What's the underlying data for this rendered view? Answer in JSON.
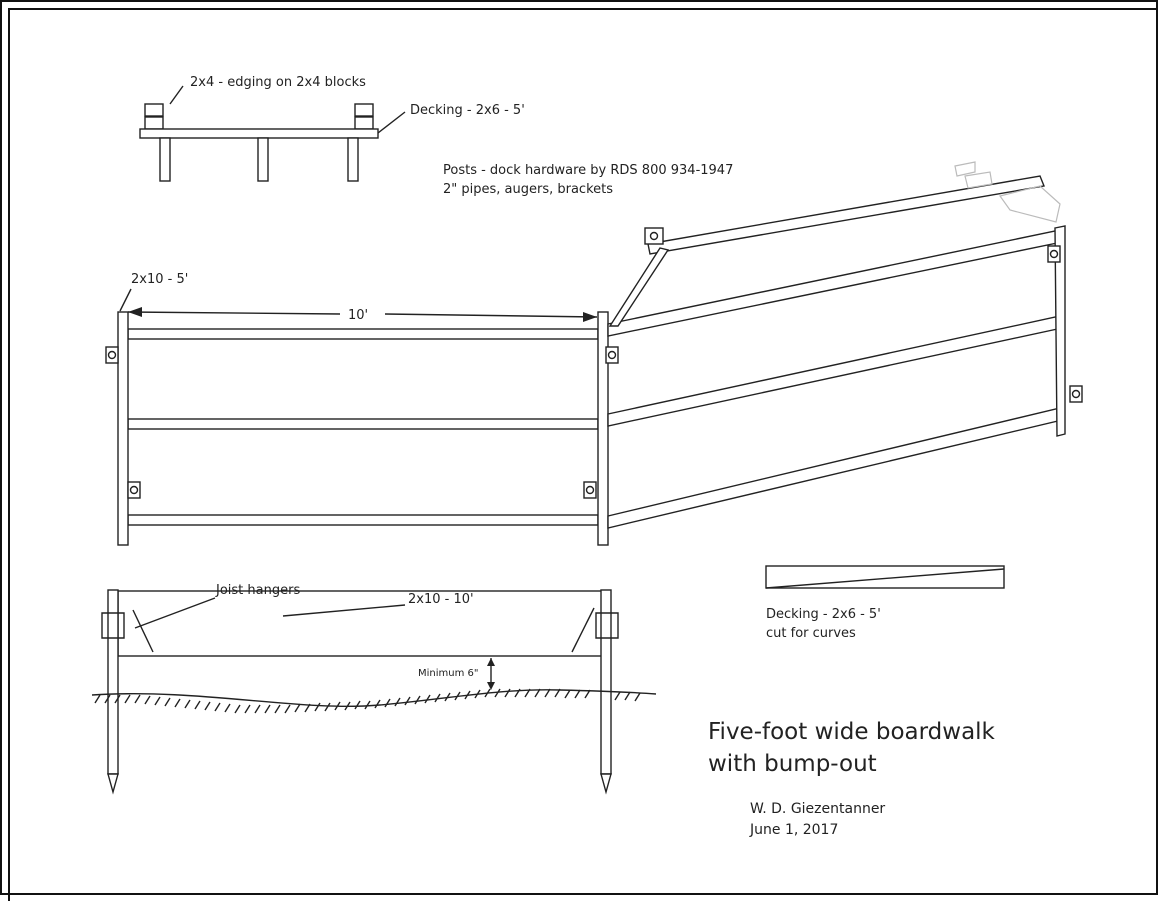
{
  "labels": {
    "edging": "2x4 - edging on 2x4 blocks",
    "decking_top": "Decking - 2x6 - 5'",
    "posts_line1": "Posts - dock hardware by RDS 800 934-1947",
    "posts_line2": "2\" pipes, augers, brackets",
    "rim_board": "2x10 - 5'",
    "span": "10'",
    "joist_hangers": "Joist hangers",
    "joist": "2x10 - 10'",
    "minimum": "Minimum 6\"",
    "decking_cut_line1": "Decking - 2x6 - 5'",
    "decking_cut_line2": "cut for curves"
  },
  "title": {
    "line1": "Five-foot wide boardwalk",
    "line2": "with bump-out"
  },
  "author": {
    "name": "W. D. Giezentanner",
    "date": "June 1, 2017"
  }
}
